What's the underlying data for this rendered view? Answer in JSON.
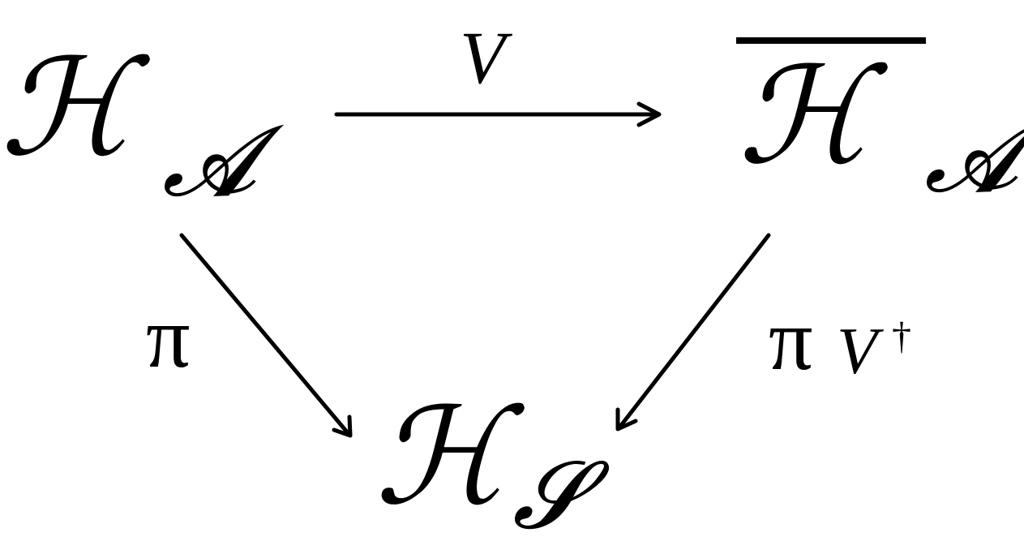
{
  "nodes": {
    "top_left": {
      "symbol": "ℋ",
      "subscript": "𝓐"
    },
    "top_right": {
      "symbol": "ℋ",
      "subscript": "𝓐"
    },
    "bottom": {
      "symbol": "ℋ",
      "subscript": "𝓢"
    }
  },
  "edges": {
    "top": {
      "label": "V"
    },
    "left": {
      "label": "π"
    },
    "right": {
      "label_pi": "π",
      "label_v": "V",
      "label_dagger": "†"
    }
  },
  "colors": {
    "ink": "#000000",
    "background": "#ffffff"
  }
}
